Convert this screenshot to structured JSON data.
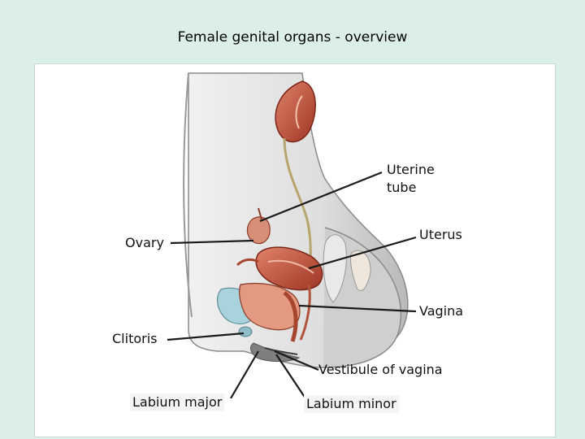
{
  "title": "Female genital organs - overview",
  "labels": {
    "uterine_tube": "Uterine tube",
    "ovary": "Ovary",
    "uterus": "Uterus",
    "vagina": "Vagina",
    "clitoris": "Clitoris",
    "vestibule": "Vestibule of vagina",
    "labium_major": "Labium major",
    "labium_minor": "Labium minor"
  },
  "colors": {
    "background": "#dcefe6",
    "organ_red": "#c85a3e",
    "bladder_blue": "#a9d3dc",
    "body_gray": "#d4d4d4"
  }
}
